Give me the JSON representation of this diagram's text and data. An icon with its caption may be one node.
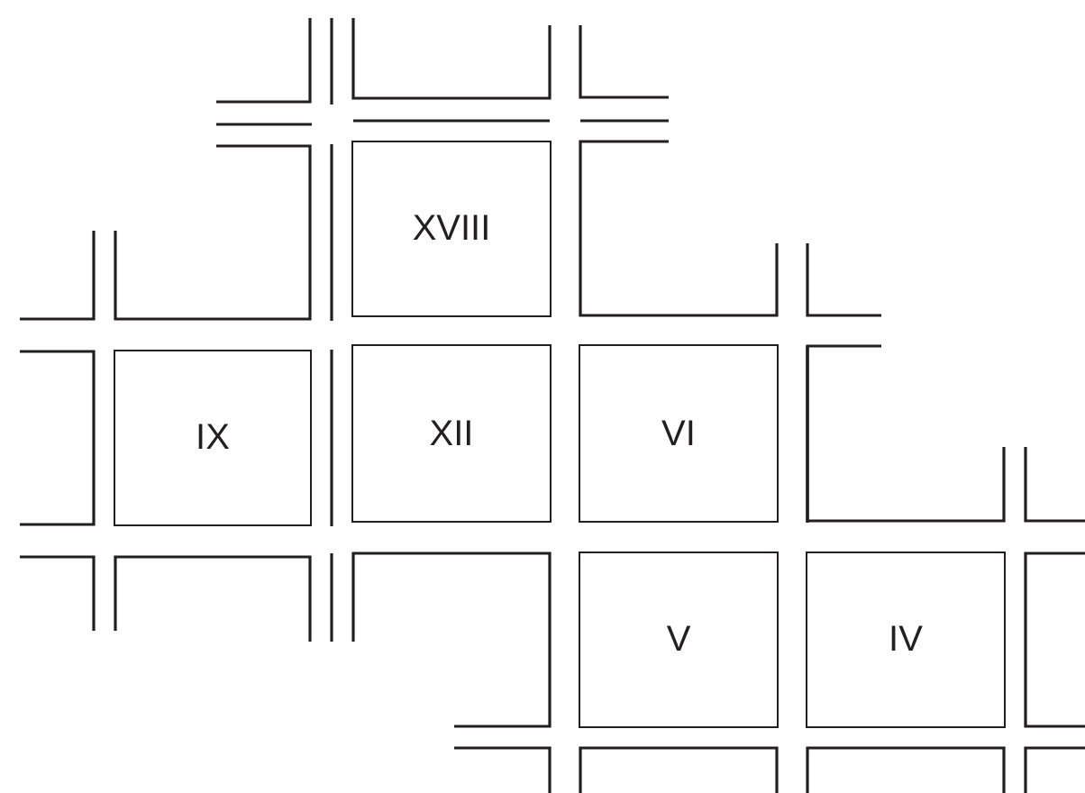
{
  "diagram": {
    "nodes": [
      {
        "text": [
          "XVIII"
        ]
      },
      {
        "text": [
          "IX"
        ]
      },
      {
        "text": [
          "XII"
        ]
      },
      {
        "text": [
          "VI"
        ]
      },
      {
        "text": [
          "V"
        ]
      },
      {
        "text": [
          "IV"
        ]
      }
    ]
  }
}
